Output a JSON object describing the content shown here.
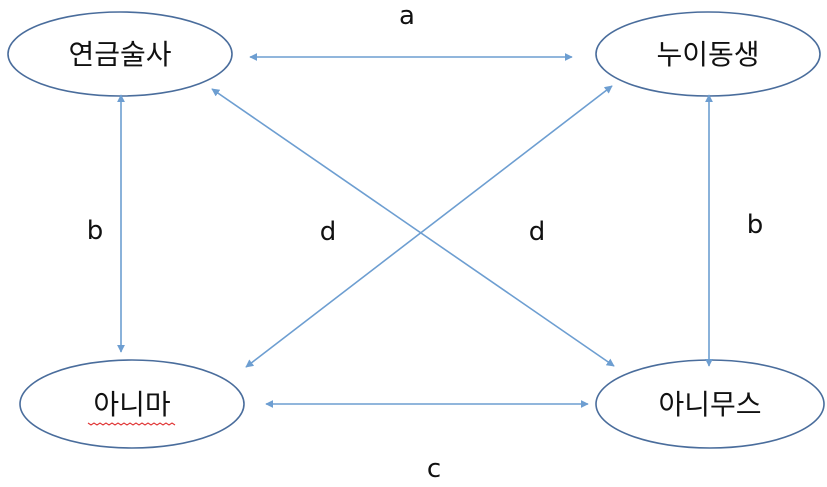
{
  "nodes": {
    "top_left": "연금술사",
    "top_right": "누이동생",
    "bottom_left": "아니마",
    "bottom_right": "아니무스"
  },
  "edge_labels": {
    "top": "a",
    "bottom": "c",
    "left": "b",
    "right": "b",
    "diag_left": "d",
    "diag_right": "d"
  },
  "colors": {
    "ellipse_stroke": "#4a6d9c",
    "arrow": "#6d9ed1",
    "spellcheck_underline": "#e03030"
  }
}
